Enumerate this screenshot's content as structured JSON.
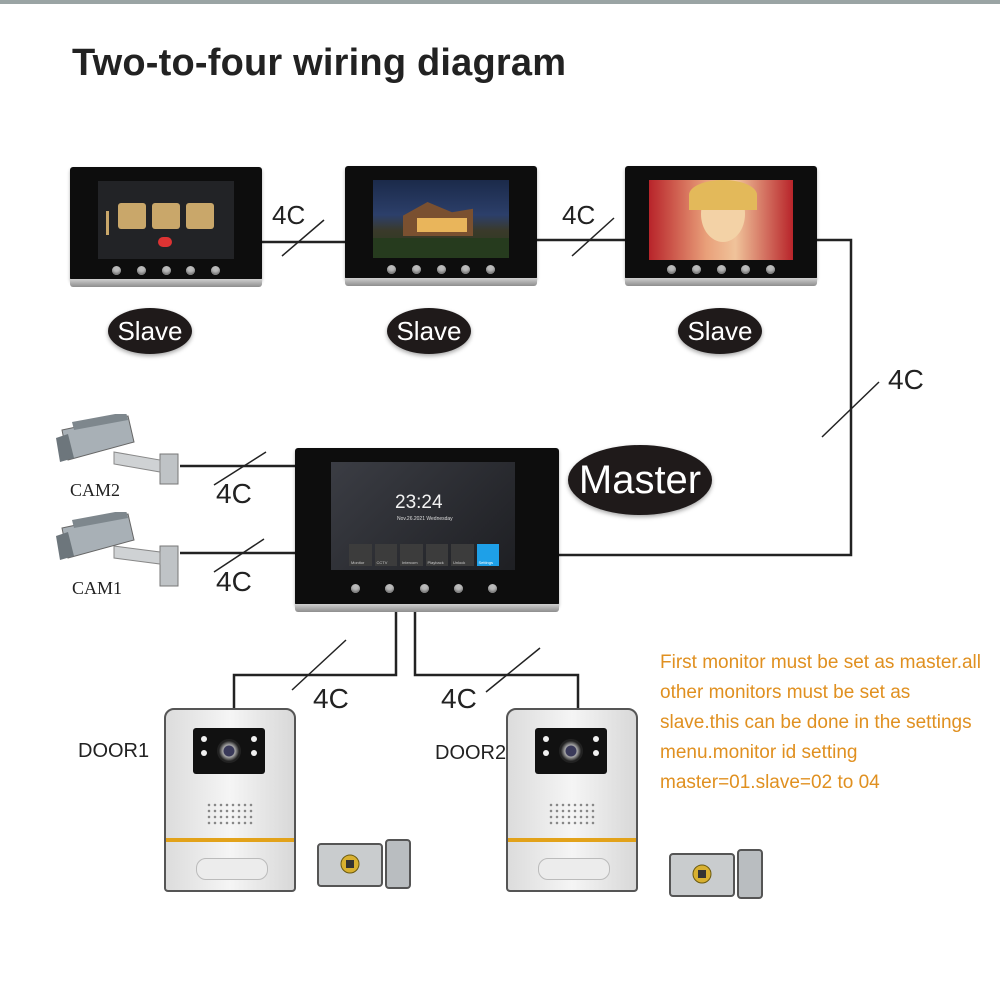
{
  "title": "Two-to-four wiring diagram",
  "cable_label": "4C",
  "slaves": [
    {
      "label": "Slave"
    },
    {
      "label": "Slave"
    },
    {
      "label": "Slave"
    }
  ],
  "master": {
    "label": "Master",
    "clock": "23:24",
    "date": "Nov.26.2021 Wednesday",
    "menu": [
      "Monitor",
      "CCTV",
      "Intercom",
      "Playback",
      "Unlock",
      "Settings"
    ]
  },
  "cameras": [
    {
      "label": "CAM2"
    },
    {
      "label": "CAM1"
    }
  ],
  "doors": [
    {
      "label": "DOOR1"
    },
    {
      "label": "DOOR2"
    }
  ],
  "note": "First monitor must be set as master.all other monitors must be set as slave.this can be done in the settings menu.monitor id setting master=01.slave=02 to 04",
  "colors": {
    "note": "#e09020",
    "pill": "#1f1a1a",
    "door_stripe": "#e2a21a",
    "settings_tile": "#1ea0e8"
  }
}
